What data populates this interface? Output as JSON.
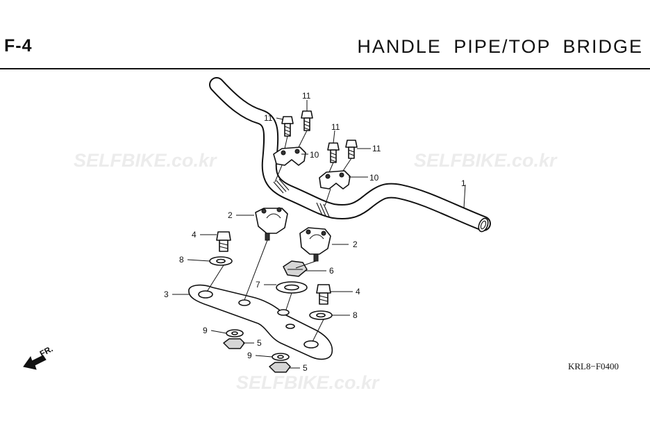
{
  "header": {
    "page_code": "F-4",
    "title": "HANDLE PIPE/TOP BRIDGE"
  },
  "figure_code": "KRL8−F0400",
  "direction_label": "FR.",
  "watermark": "SELFBIKE.co.kr",
  "callouts": [
    "1",
    "2",
    "2",
    "3",
    "4",
    "4",
    "5",
    "5",
    "6",
    "7",
    "8",
    "8",
    "9",
    "9",
    "10",
    "10",
    "11",
    "11",
    "11",
    "11"
  ]
}
